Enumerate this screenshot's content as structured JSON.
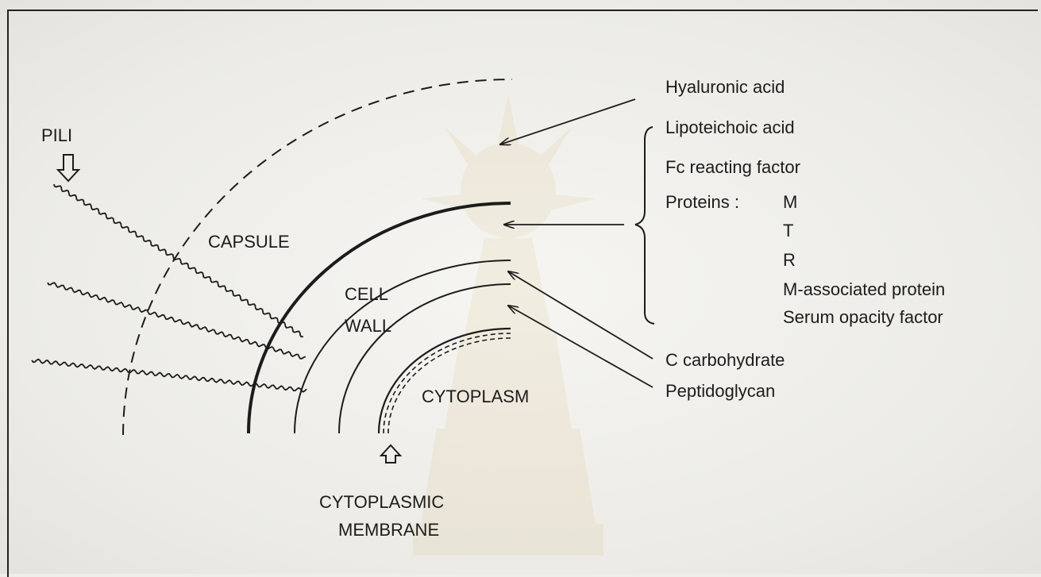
{
  "structure_labels": {
    "pili": "PILI",
    "capsule": "CAPSULE",
    "cell": "CELL",
    "wall": "WALL",
    "cytoplasm": "CYTOPLASM",
    "cytoplasmic": "CYTOPLASMIC",
    "membrane": "MEMBRANE"
  },
  "components": {
    "hyaluronic_acid": "Hyaluronic acid",
    "bracketed": {
      "lipoteichoic_acid": "Lipoteichoic acid",
      "fc_reacting_factor": "Fc reacting factor",
      "proteins_prefix": "Proteins :",
      "protein_m": "M",
      "protein_t": "T",
      "protein_r": "R",
      "m_associated_protein": "M-associated protein",
      "serum_opacity_factor": "Serum opacity factor"
    },
    "c_carbohydrate": "C carbohydrate",
    "peptidoglycan": "Peptidoglycan"
  },
  "colors": {
    "ink": "#1c1c1c",
    "paper": "#efeeea",
    "watermark": "#c8a23a"
  }
}
